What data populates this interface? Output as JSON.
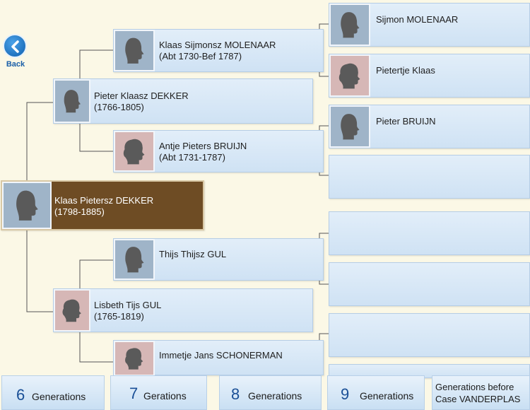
{
  "nav": {
    "back_label": "Back"
  },
  "people": {
    "root": {
      "name": "Klaas Pietersz DEKKER",
      "dates": "(1798-1885)"
    },
    "father": {
      "name": "Pieter Klaasz DEKKER",
      "dates": "(1766-1805)"
    },
    "mother": {
      "name": "Lisbeth Tijs GUL",
      "dates": "(1765-1819)"
    },
    "ff": {
      "name": "Klaas Sijmonsz MOLENAAR",
      "dates": "(Abt 1730-Bef 1787)"
    },
    "fm": {
      "name": "Antje Pieters BRUIJN",
      "dates": "(Abt 1731-1787)"
    },
    "mf": {
      "name": "Thijs Thijsz GUL",
      "dates": ""
    },
    "mm": {
      "name": "Immetje Jans SCHONERMAN",
      "dates": ""
    },
    "fff": {
      "name": "Sijmon MOLENAAR"
    },
    "ffm": {
      "name": "Pietertje Klaas"
    },
    "fmf": {
      "name": "Pieter BRUIJN"
    }
  },
  "generations": [
    {
      "number": "6",
      "label": "Generations"
    },
    {
      "number": "7",
      "label": "Gerations"
    },
    {
      "number": "8",
      "label": "Generations"
    },
    {
      "number": "9",
      "label": "Generations"
    }
  ],
  "generations_before": {
    "line1": "Generations before",
    "line2": "Case VANDERPLAS"
  },
  "colors": {
    "background": "#fbf8e6",
    "card": "#d7e7f6",
    "selected_card": "#6e4c24",
    "male_portrait": "#9fb4c8",
    "female_portrait": "#d6b7b6",
    "accent": "#1a5fa8"
  }
}
